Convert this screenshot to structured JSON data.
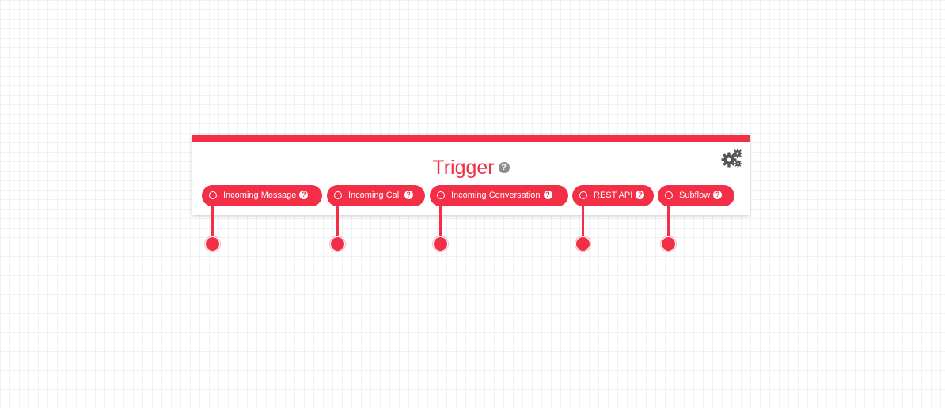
{
  "widget": {
    "title": "Trigger",
    "help_glyph": "?",
    "settings_icon": "gears-icon",
    "accent_color": "#f22f46"
  },
  "transitions": [
    {
      "label": "Incoming Message",
      "help_glyph": "?"
    },
    {
      "label": "Incoming Call",
      "help_glyph": "?"
    },
    {
      "label": "Incoming Conversation",
      "help_glyph": "?"
    },
    {
      "label": "REST API",
      "help_glyph": "?"
    },
    {
      "label": "Subflow",
      "help_glyph": "?"
    }
  ]
}
